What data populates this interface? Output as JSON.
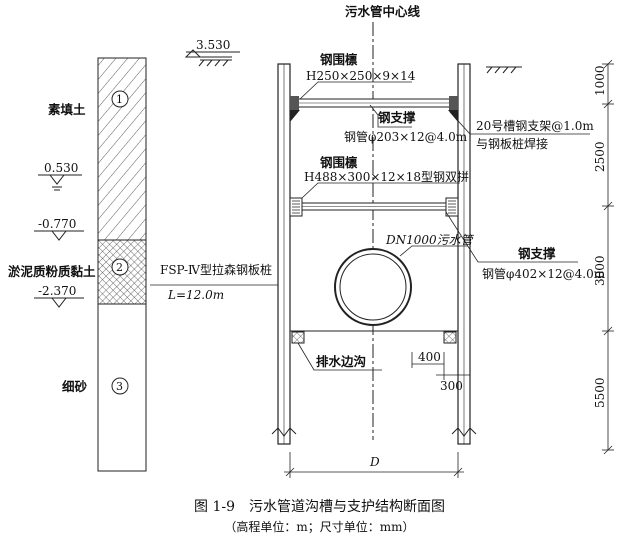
{
  "centerline_label": "污水管中心线",
  "elevations": [
    "3.530",
    "0.530",
    "-0.770",
    "-2.370"
  ],
  "soil_layers": [
    {
      "name": "素填土",
      "num": "1"
    },
    {
      "name": "淤泥质粉质黏土",
      "num": "2"
    },
    {
      "name": "细砂",
      "num": "3"
    }
  ],
  "purlin_top_title": "钢围檩",
  "purlin_top_spec": "H250×250×9×14",
  "strut_top_title": "钢支撑",
  "strut_top_spec": "钢管φ203×12@4.0m",
  "bracket_line1": "20号槽钢支架@1.0m",
  "bracket_line2": "与钢板桩焊接",
  "purlin_mid_title": "钢围檩",
  "purlin_mid_spec": "H488×300×12×18型钢双拼",
  "pipe_label": "DN1000污水管",
  "strut_mid_title": "钢支撑",
  "strut_mid_spec": "钢管φ402×12@4.0m",
  "pile_line1": "FSP-Ⅳ型拉森钢板桩",
  "pile_line2": "L=12.0m",
  "drain_label": "排水边沟",
  "dim_400": "400",
  "dim_300": "300",
  "dim_D": "D",
  "right_dims": [
    "1000",
    "2500",
    "3000",
    "5500"
  ],
  "caption": "图 1-9　污水管道沟槽与支护结构断面图",
  "caption_note": "（高程单位：m；尺寸单位：mm）"
}
